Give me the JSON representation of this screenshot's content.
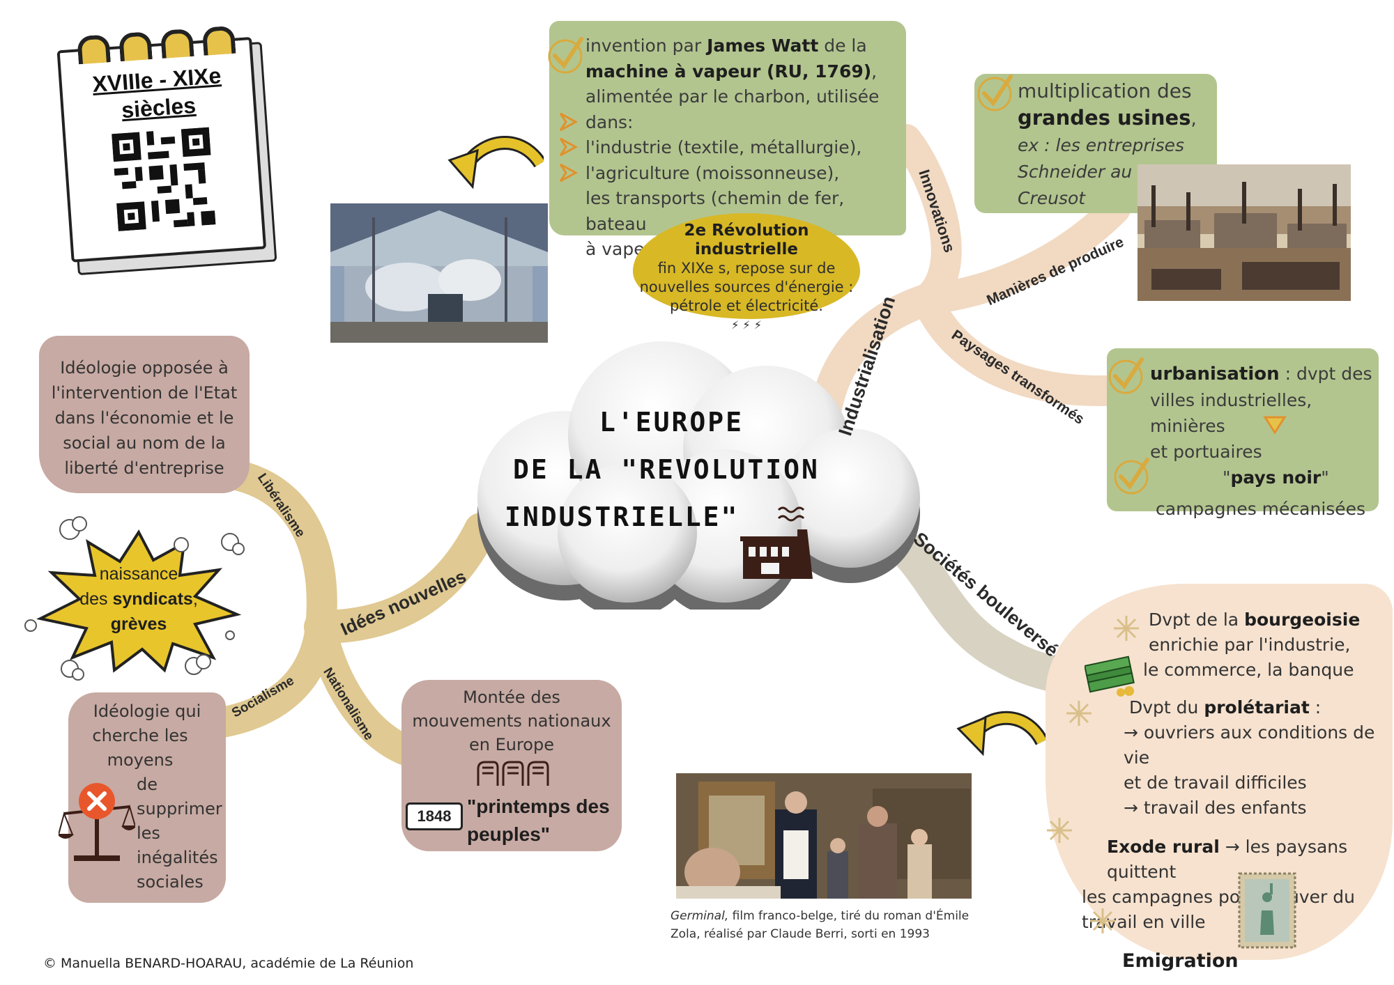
{
  "calendar": {
    "line1": "XVIIIe - XIXe",
    "line2": "siècles"
  },
  "center": {
    "line1": "L'EUROPE",
    "line2": "DE LA \"REVOLUTION",
    "line3": "INDUSTRIELLE\""
  },
  "branches": {
    "industrialisation": "Industrialisation",
    "innovations": "Innovations",
    "manieres": "Manières de produire",
    "paysages": "Paysages transformés",
    "societes": "Sociétés bouleversées",
    "idees": "Idées nouvelles",
    "liberalisme": "Libéralisme",
    "socialisme": "Socialisme",
    "nationalisme": "Nationalisme"
  },
  "innovations": {
    "l1_a": "invention par ",
    "l1_b": "James Watt",
    "l1_c": " de la",
    "l2_b": "machine à vapeur (RU, 1769)",
    "l2_c": ",",
    "l3": "alimentée par le charbon, utilisée dans:",
    "l4": "l'industrie (textile, métallurgie),",
    "l5": "l'agriculture (moissonneuse),",
    "l6": "les transports (chemin de fer, bateau",
    "l7": "à vapeur)"
  },
  "bubble": {
    "title": "2e Révolution industrielle",
    "l1": "fin XIXe s, repose sur de",
    "l2": "nouvelles sources d'énergie :",
    "l3": "pétrole et électricité.",
    "icons": "⚡ ⚡ ⚡"
  },
  "usines": {
    "l1": "multiplication des",
    "l2": "grandes usines",
    "l2c": ",",
    "l3": "ex : les entreprises",
    "l4": "Schneider au",
    "l5": "Creusot"
  },
  "paysages": {
    "l1_b": "urbanisation",
    "l1_c": " : dvpt des",
    "l2": "villes industrielles, minières",
    "l3": "et portuaires",
    "l4_a": "\"",
    "l4_b": "pays noir",
    "l4_c": "\"",
    "l5": "campagnes mécanisées"
  },
  "liberalisme_box": {
    "l1": "Idéologie opposée à",
    "l2": "l'intervention de l'Etat",
    "l3": "dans l'économie et le",
    "l4": "social au nom de la",
    "l5": "liberté d'entreprise"
  },
  "syndicats": {
    "l1": "naissance",
    "l2a": "des ",
    "l2b": "syndicats",
    "l2c": ",",
    "l3": "grèves"
  },
  "socialisme_box": {
    "l1": "Idéologie qui",
    "l2": "cherche les",
    "l3": "moyens",
    "l4": "de",
    "l5": "supprimer",
    "l6": "les",
    "l7": "inégalités",
    "l8": "sociales"
  },
  "nationalisme_box": {
    "l1": "Montée des",
    "l2": "mouvements nationaux",
    "l3": "en Europe",
    "year": "1848",
    "l4": "\"printemps des",
    "l5": "peuples\""
  },
  "societes_box": {
    "p1_a": "Dvpt de la ",
    "p1_b": "bourgeoisie",
    "p1_l2": "enrichie par l'industrie,",
    "p1_l3": "le commerce, la banque",
    "p2_a": "Dvpt du ",
    "p2_b": "prolétariat",
    "p2_c": " :",
    "p2_l2": "→ ouvriers  aux conditions de vie",
    "p2_l3": "et de travail difficiles",
    "p2_l4": "→ travail des enfants",
    "p3_b": "Exode rural",
    "p3_c": " → les paysans quittent",
    "p3_l2": "les campagnes pour trouver du",
    "p3_l3": "travail en ville",
    "p4_b": "Emigration"
  },
  "caption": {
    "title": "Germinal,",
    "rest": "  film franco-belge, tiré du roman d'Émile",
    "l2": "Zola, réalisé par Claude Berri, sorti en 1993"
  },
  "credit": "© Manuella BENARD-HOARAU,  académie de La Réunion",
  "colors": {
    "green": "#b3c58f",
    "rose": "#c7aaa3",
    "beige": "#f6e2cf",
    "tan": "#d9bf8c",
    "yellow": "#d8b825",
    "check": "#d8a93a"
  }
}
